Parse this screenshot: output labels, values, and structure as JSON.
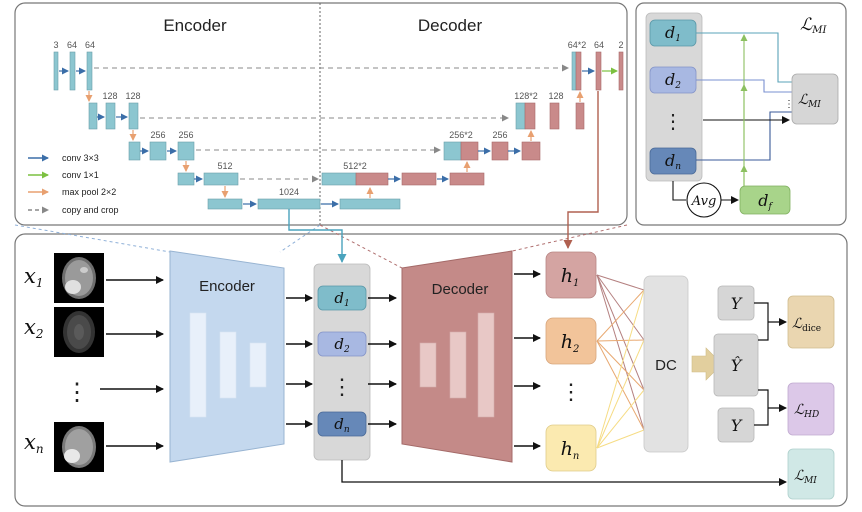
{
  "unet": {
    "encoder_title": "Encoder",
    "decoder_title": "Decoder",
    "channels": {
      "enc1": [
        "3",
        "64",
        "64"
      ],
      "enc2": [
        "128",
        "128"
      ],
      "enc3": [
        "256",
        "256"
      ],
      "enc4": [
        "512"
      ],
      "bottleneck": "1024",
      "dec4": "512*2",
      "dec3": [
        "256*2",
        "256"
      ],
      "dec2": [
        "128*2",
        "128"
      ],
      "dec1": [
        "64*2",
        "64",
        "2"
      ]
    },
    "legend": [
      "conv 3×3",
      "conv 1×1",
      "max pool 2×2",
      "copy and crop"
    ],
    "colors": {
      "conv3": "#3b6ea8",
      "conv1": "#7cc040",
      "pool": "#e8a070",
      "copy": "#888888",
      "enc_block": "#8cc6d0",
      "dec_block": "#c98a8a"
    }
  },
  "mi_panel": {
    "title_main": "ℒ",
    "title_sub": "MI",
    "features": [
      {
        "base": "d",
        "sub": "1"
      },
      {
        "base": "d",
        "sub": "2"
      },
      {
        "base": "d",
        "sub": "n"
      }
    ],
    "dots": "⋮",
    "loss_main": "ℒ",
    "loss_sub": "MI",
    "avg": "Avg",
    "fused": {
      "base": "d",
      "sub": "f"
    }
  },
  "pipeline": {
    "inputs": [
      {
        "base": "x",
        "sub": "1"
      },
      {
        "base": "x",
        "sub": "2"
      },
      {
        "base": "x",
        "sub": "n"
      }
    ],
    "input_dots": "⋮",
    "encoder_label": "Encoder",
    "decoder_label": "Decoder",
    "features": [
      {
        "base": "d",
        "sub": "1"
      },
      {
        "base": "d",
        "sub": "2"
      },
      {
        "base": "d",
        "sub": "n"
      }
    ],
    "feature_dots": "⋮",
    "heads": [
      {
        "base": "h",
        "sub": "1"
      },
      {
        "base": "h",
        "sub": "2"
      },
      {
        "base": "h",
        "sub": "n"
      }
    ],
    "head_dots": "⋮",
    "dc_label": "DC",
    "targets": [
      "Y",
      "Ŷ",
      "Y"
    ],
    "losses": [
      {
        "main": "ℒ",
        "sub": "dice"
      },
      {
        "main": "ℒ",
        "sub": "HD"
      },
      {
        "main": "ℒ",
        "sub": "MI"
      }
    ],
    "colors": {
      "encoder": "#c4d8ee",
      "decoder": "#c48a88",
      "h1": "#d4a4a2",
      "h2": "#f2c49a",
      "hn": "#fbeab0",
      "dice": "#ead6b0",
      "hd": "#dcc8e8",
      "mi": "#d0e8e6"
    }
  }
}
